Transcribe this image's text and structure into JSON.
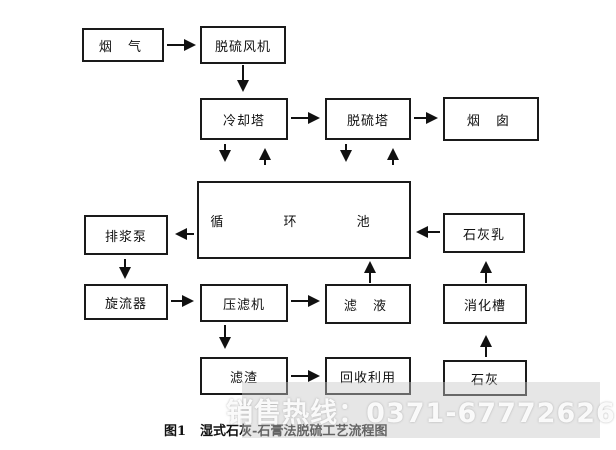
{
  "diagram": {
    "nodes": {
      "flue_gas": "烟 气",
      "desulfurization_fan": "脱硫风机",
      "cooling_tower": "冷却塔",
      "desulfurization_tower": "脱硫塔",
      "chimney": "烟 囱",
      "circulation_tank": "循 环 池",
      "slurry_pump": "排浆泵",
      "lime_milk": "石灰乳",
      "hydrocyclone": "旋流器",
      "filter_press": "压滤机",
      "filtrate": "滤 液",
      "slaking_tank": "消化槽",
      "filter_residue": "滤渣",
      "recycling": "回收利用",
      "lime": "石灰"
    },
    "edges": [
      [
        "flue_gas",
        "desulfurization_fan"
      ],
      [
        "desulfurization_fan",
        "cooling_tower"
      ],
      [
        "cooling_tower",
        "desulfurization_tower"
      ],
      [
        "desulfurization_tower",
        "chimney"
      ],
      [
        "cooling_tower",
        "circulation_tank"
      ],
      [
        "circulation_tank",
        "cooling_tower"
      ],
      [
        "desulfurization_tower",
        "circulation_tank"
      ],
      [
        "circulation_tank",
        "desulfurization_tower"
      ],
      [
        "lime_milk",
        "circulation_tank"
      ],
      [
        "circulation_tank",
        "slurry_pump"
      ],
      [
        "slurry_pump",
        "hydrocyclone"
      ],
      [
        "hydrocyclone",
        "filter_press"
      ],
      [
        "filter_press",
        "filtrate"
      ],
      [
        "filtrate",
        "circulation_tank"
      ],
      [
        "slaking_tank",
        "lime_milk"
      ],
      [
        "lime",
        "slaking_tank"
      ],
      [
        "filter_press",
        "filter_residue"
      ],
      [
        "filter_residue",
        "recycling"
      ]
    ]
  },
  "caption": {
    "number": "图1",
    "title": "湿式石灰-石膏法脱硫工艺流程图"
  },
  "watermark": "销售热线：0371-67772626"
}
